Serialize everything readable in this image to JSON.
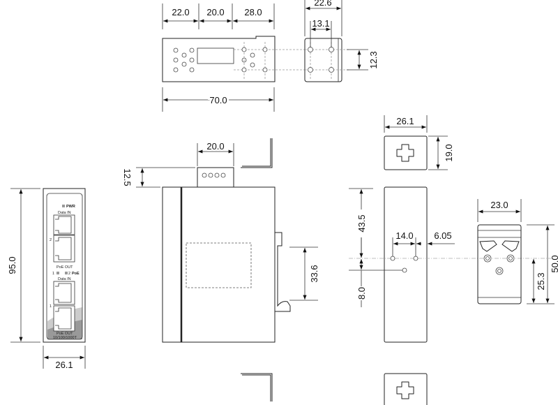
{
  "dimensions": {
    "top_w1": "22.0",
    "top_w2": "20.0",
    "top_w3": "28.0",
    "top_total": "70.0",
    "bracket_w": "22.6",
    "bracket_holes_w": "13.1",
    "bracket_holes_h": "12.3",
    "side_conn_w": "20.0",
    "side_conn_h": "12.5",
    "side_clip_h": "33.6",
    "front_h": "95.0",
    "front_w": "26.1",
    "rear_w": "26.1",
    "rear_plate_h": "19.0",
    "rear_top_offset": "43.5",
    "rear_hole_spacing": "14.0",
    "rear_hole_edge": "6.05",
    "rear_hole_drop": "8.0",
    "din_w": "23.0",
    "din_h": "50.0",
    "din_hole_h": "25.3"
  },
  "front_panel": {
    "pwr": "PWR",
    "data_in_2": "Data IN",
    "port_2": "2",
    "poe_out_2": "PoE OUT",
    "poe_led_1": "1",
    "poe_led_2": "2",
    "poe": "PoE",
    "data_in_1": "Data IN",
    "port_1": "1",
    "poe_out_1": "PoE OUT",
    "speed": "10/100/1000T"
  }
}
